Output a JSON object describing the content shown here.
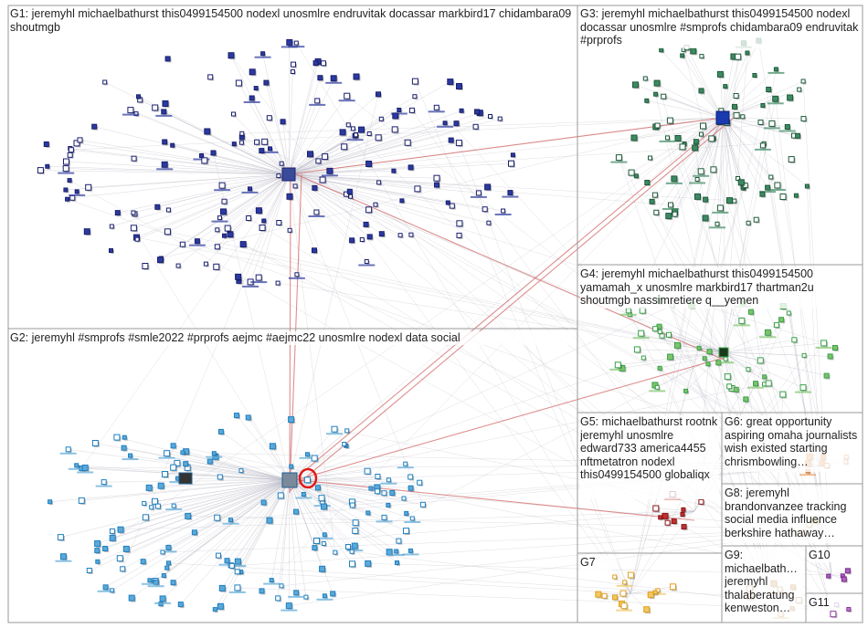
{
  "groups": [
    {
      "id": "G1",
      "label": "G1: jeremyhl michaelbathurst this0499154500 nodexl unosmlre endruvitak docassar markbird17 chidambara09 shoutmgb",
      "color": "#1a1f6e",
      "dense": "#2b3aa0",
      "count": 185
    },
    {
      "id": "G2",
      "label": "G2: jeremyhl #smprofs #smle2022 #prprofs aejmc #aejmc22 unosmlre nodexl data social",
      "color": "#1f7fc0",
      "dense": "#5aa9d9",
      "count": 150
    },
    {
      "id": "G3",
      "label": "G3: jeremyhl michaelbathurst this0499154500 nodexl docassar unosmlre #smprofs chidambara09 endruvitak #prprofs",
      "color": "#1e5a3a",
      "dense": "#3d8a62",
      "count": 95
    },
    {
      "id": "G4",
      "label": "G4: jeremyhl michaelbathurst this0499154500 yamamah_x unosmlre markbird17 thartman2u shoutmgb nassimretiere q__yemen",
      "color": "#3aa04a",
      "dense": "#7cc46a",
      "count": 55
    },
    {
      "id": "G5",
      "label": "G5: michaelbathurst rootnk jeremyhl unosmlre edward733 america4455 nftmetatron nodexl this0499154500 globaliqx",
      "color": "#8a1616",
      "dense": "#c03030",
      "count": 10
    },
    {
      "id": "G6",
      "label": "G6: great opportunity aspiring omaha journalists wish existed starting chrismbowling…",
      "color": "#d87a2a",
      "dense": "#e8a060",
      "count": 8
    },
    {
      "id": "G7",
      "label": "G7",
      "color": "#e0a020",
      "dense": "#f0c860",
      "count": 14
    },
    {
      "id": "G8",
      "label": "G8: jeremyhl brandonvanzee tracking social media influence berkshire hathaway…",
      "color": "#b08a2a",
      "dense": "#d0b060",
      "count": 5
    },
    {
      "id": "G9",
      "label": "G9: michaelbath… jeremyhl thalaberatung kenweston…",
      "color": "#a87020",
      "dense": "#d0a050",
      "count": 8
    },
    {
      "id": "G10",
      "label": "G10",
      "color": "#7a2a8a",
      "dense": "#b060c0",
      "count": 4
    },
    {
      "id": "G11",
      "label": "G11",
      "color": "#8a3a9a",
      "dense": "#c070d0",
      "count": 3
    }
  ],
  "edge_colors": {
    "normal": "#b8b8c4",
    "reciprocated": "#d06060"
  }
}
